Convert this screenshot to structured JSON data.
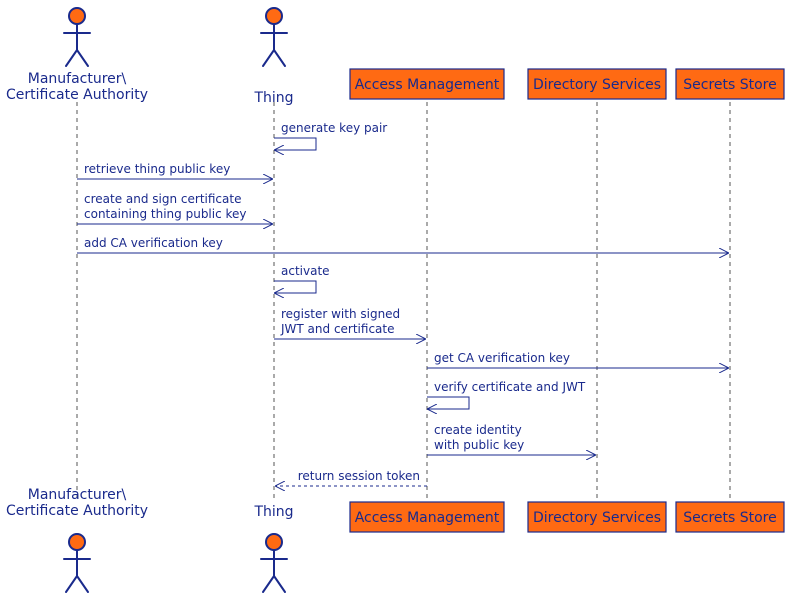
{
  "colors": {
    "line": "#1a2a8c",
    "fill": "#ff6a13",
    "lifeline": "#555555",
    "background": "#ffffff"
  },
  "participants": [
    {
      "id": "ca",
      "kind": "actor",
      "name_lines": [
        "Manufacturer\\",
        "Certificate Authority"
      ]
    },
    {
      "id": "thing",
      "kind": "actor",
      "name_lines": [
        "Thing"
      ]
    },
    {
      "id": "am",
      "kind": "box",
      "name_lines": [
        "Access Management"
      ]
    },
    {
      "id": "ds",
      "kind": "box",
      "name_lines": [
        "Directory Services"
      ]
    },
    {
      "id": "ss",
      "kind": "box",
      "name_lines": [
        "Secrets Store"
      ]
    }
  ],
  "messages": [
    {
      "from": "thing",
      "to": "thing",
      "lines": [
        "generate key pair"
      ],
      "style": "solid"
    },
    {
      "from": "ca",
      "to": "thing",
      "lines": [
        "retrieve thing public key"
      ],
      "style": "solid"
    },
    {
      "from": "ca",
      "to": "thing",
      "lines": [
        "create and sign certificate",
        "containing thing public key"
      ],
      "style": "solid"
    },
    {
      "from": "ca",
      "to": "ss",
      "lines": [
        "add CA verification key"
      ],
      "style": "solid"
    },
    {
      "from": "thing",
      "to": "thing",
      "lines": [
        "activate"
      ],
      "style": "solid"
    },
    {
      "from": "thing",
      "to": "am",
      "lines": [
        "register with signed",
        "JWT and certificate"
      ],
      "style": "solid"
    },
    {
      "from": "am",
      "to": "ss",
      "lines": [
        "get CA verification key"
      ],
      "style": "solid"
    },
    {
      "from": "am",
      "to": "am",
      "lines": [
        "verify certificate and JWT"
      ],
      "style": "solid"
    },
    {
      "from": "am",
      "to": "ds",
      "lines": [
        "create identity",
        "with public key"
      ],
      "style": "solid"
    },
    {
      "from": "am",
      "to": "thing",
      "lines": [
        "return session token"
      ],
      "style": "dashed"
    }
  ]
}
